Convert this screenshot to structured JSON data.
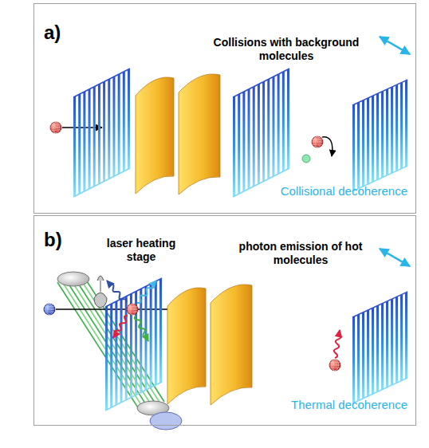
{
  "diagram": {
    "nodes": [
      {
        "text": [
          "a)",
          "Collisions with background molecules",
          "Collisional decoherence"
        ]
      },
      {
        "text": [
          "b)",
          "laser heating stage",
          "photon emission of hot molecules",
          "Thermal decoherence"
        ]
      }
    ]
  }
}
